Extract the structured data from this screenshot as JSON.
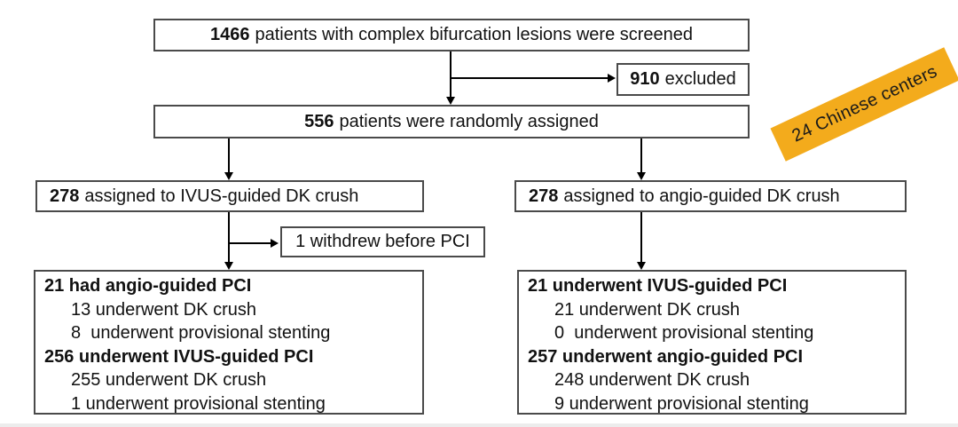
{
  "banner": {
    "label": "24 Chinese centers",
    "bg_color": "#F3AB1C",
    "text_color": "#1a1a1a"
  },
  "flow": {
    "screened": {
      "count": "1466",
      "label": "patients with complex bifurcation lesions were screened"
    },
    "excluded": {
      "count": "910",
      "label": "excluded"
    },
    "randomized": {
      "count": "556",
      "label": "patients were randomly assigned"
    },
    "ivus_assigned": {
      "count": "278",
      "label": "assigned to IVUS-guided DK crush"
    },
    "angio_assigned": {
      "count": "278",
      "label": "assigned to angio-guided DK crush"
    },
    "withdrew": {
      "label": "1 withdrew before PCI"
    },
    "ivus_outcome": {
      "groups": [
        {
          "header": "21 had angio-guided PCI",
          "items": [
            "13 underwent DK crush",
            "8  underwent provisional stenting"
          ]
        },
        {
          "header": "256 underwent IVUS-guided PCI",
          "items": [
            "255 underwent DK crush",
            "1 underwent provisional stenting"
          ]
        }
      ]
    },
    "angio_outcome": {
      "groups": [
        {
          "header": "21 underwent IVUS-guided PCI",
          "items": [
            "21 underwent DK crush",
            "0  underwent provisional stenting"
          ]
        },
        {
          "header": "257 underwent angio-guided PCI",
          "items": [
            "248 underwent DK crush",
            "9 underwent provisional stenting"
          ]
        }
      ]
    }
  }
}
